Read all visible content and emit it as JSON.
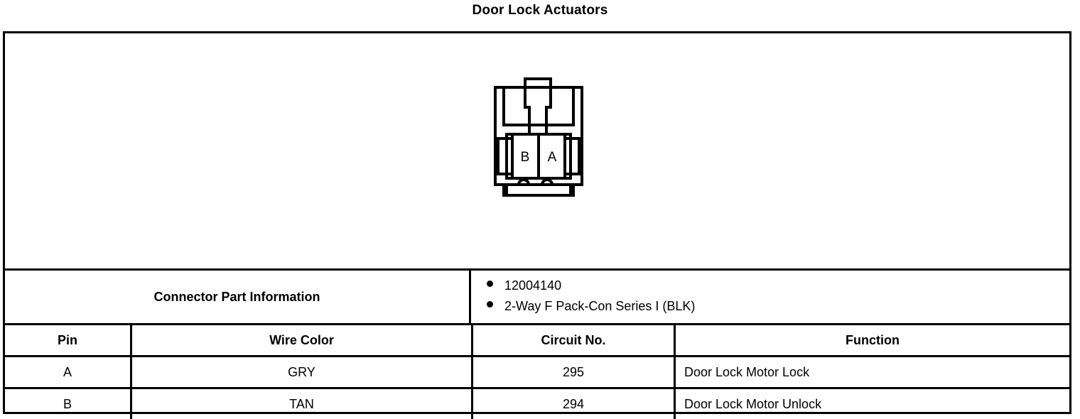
{
  "document": {
    "title": "Door Lock Actuators"
  },
  "diagram": {
    "name": "connector-face-view",
    "cavity_labels": [
      "B",
      "A"
    ]
  },
  "connector_part_information": {
    "label": "Connector Part Information",
    "bullets": [
      "12004140",
      "2-Way F Pack-Con Series I (BLK)"
    ]
  },
  "pin_table": {
    "headers": [
      "Pin",
      "Wire Color",
      "Circuit No.",
      "Function"
    ],
    "rows": [
      {
        "pin": "A",
        "wire_color": "GRY",
        "circuit_no": "295",
        "function": "Door Lock Motor Lock"
      },
      {
        "pin": "B",
        "wire_color": "TAN",
        "circuit_no": "294",
        "function": "Door Lock Motor Unlock"
      }
    ]
  },
  "colors": {
    "ink": "#000000",
    "paper": "#ffffff"
  }
}
